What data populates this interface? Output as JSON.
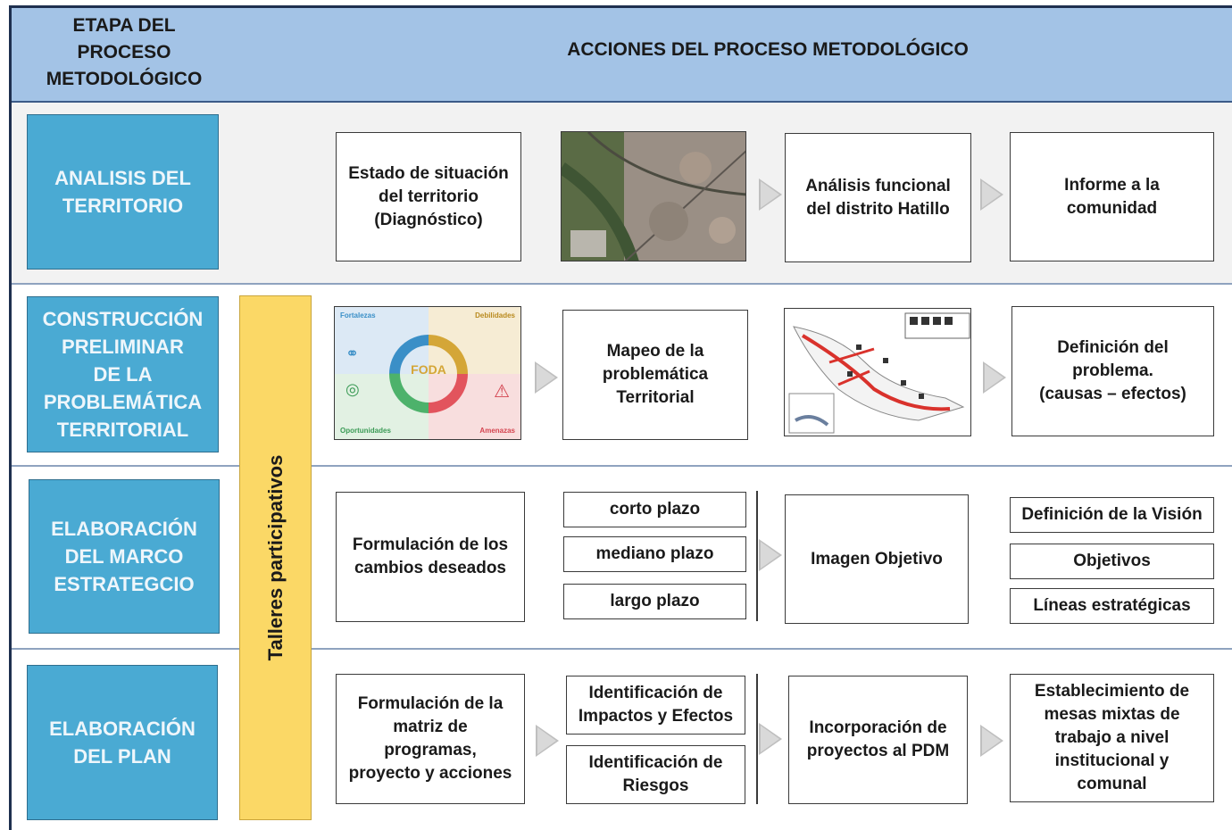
{
  "header": {
    "etapa": "ETAPA DEL\nPROCESO\nMETODOLÓGICO",
    "acciones": "ACCIONES DEL PROCESO METODOLÓGICO"
  },
  "stages": {
    "s1": "ANALISIS DEL\nTERRITORIO",
    "s2": "CONSTRUCCIÓN\nPRELIMINAR\nDE LA\nPROBLEMÁTICA\nTERRITORIAL",
    "s3": "ELABORACIÓN\nDEL MARCO\nESTRATEGCIO",
    "s4": "ELABORACIÓN\nDEL PLAN"
  },
  "talleres": "Talleres participativos",
  "row1": {
    "b1": "Estado de situación\ndel territorio\n(Diagnóstico)",
    "b2": "Análisis funcional\ndel distrito Hatillo",
    "b3": "Informe a la\ncomunidad"
  },
  "row2": {
    "foda": {
      "center": "FODA",
      "fortalezas": "Fortalezas",
      "debilidades": "Debilidades",
      "oportunidades": "Oportunidades",
      "amenazas": "Amenazas"
    },
    "b1": "Mapeo de la\nproblemática\nTerritorial",
    "b2": "Definición del\nproblema.\n(causas – efectos)"
  },
  "row3": {
    "b1": "Formulación de los\ncambios deseados",
    "corto": "corto plazo",
    "mediano": "mediano plazo",
    "largo": "largo plazo",
    "b2": "Imagen Objetivo",
    "vision": "Definición de la Visión",
    "objetivos": "Objetivos",
    "lineas": "Líneas estratégicas"
  },
  "row4": {
    "b1": "Formulación de la\nmatriz de\nprogramas,\nproyecto y acciones",
    "impactos": "Identificación de\nImpactos y Efectos",
    "riesgos": "Identificación de\nRiesgos",
    "b2": "Incorporación de\nproyectos al PDM",
    "b3": "Establecimiento de\nmesas mixtas de\ntrabajo a nivel\ninstitucional y\ncomunal"
  },
  "colors": {
    "header_bg": "#a3c3e6",
    "stage_bg": "#4aaad3",
    "talleres_bg": "#fbd866",
    "arrow": "#d9d9d9"
  }
}
